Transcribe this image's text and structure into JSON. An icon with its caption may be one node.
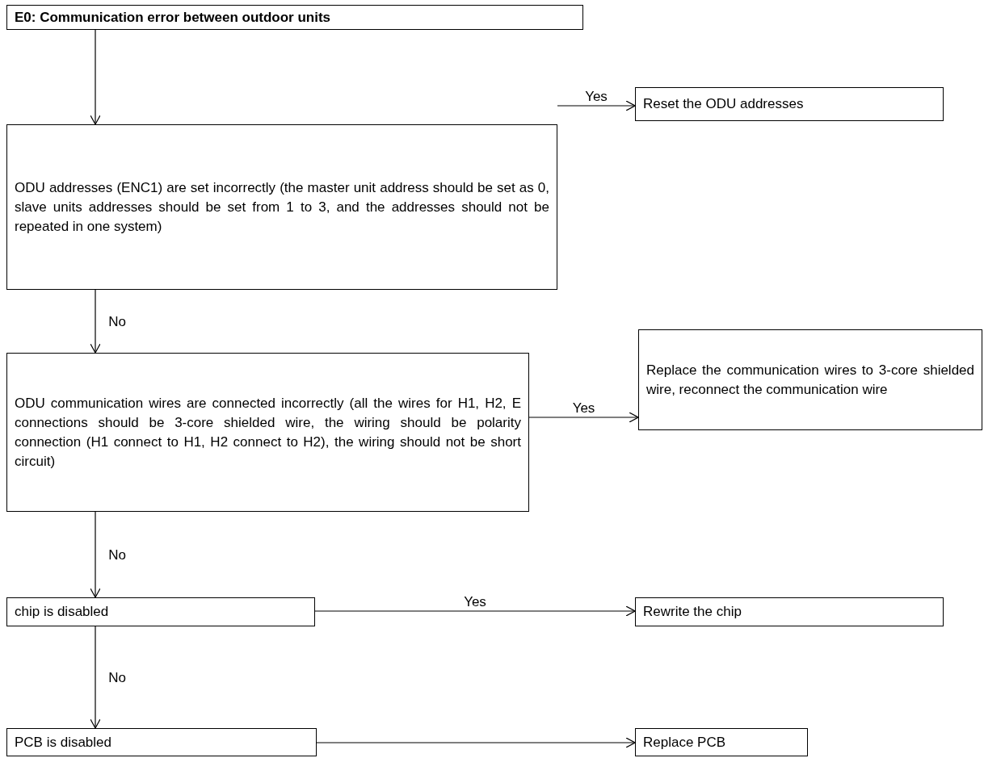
{
  "diagram": {
    "nodes": [
      {
        "text": [
          "E0: Communication error between outdoor units"
        ]
      },
      {
        "text": [
          "ODU addresses (ENC1) are set incorrectly (the master unit address should be set as 0, slave units addresses should be set from 1 to 3, and the addresses should not be repeated in one system)"
        ]
      },
      {
        "text": [
          "Reset the ODU addresses"
        ]
      },
      {
        "text": [
          "ODU communication wires are connected incorrectly (all the wires for H1, H2, E connections should be 3-core shielded wire, the wiring should be polarity connection (H1 connect to H1, H2 connect to H2), the wiring should not be short circuit)"
        ]
      },
      {
        "text": [
          "Replace the communication wires to 3-core shielded wire, reconnect the communication wire"
        ]
      },
      {
        "text": [
          "chip is disabled"
        ]
      },
      {
        "text": [
          "Rewrite the chip"
        ]
      },
      {
        "text": [
          "PCB is disabled"
        ]
      },
      {
        "text": [
          "Replace PCB"
        ]
      }
    ],
    "edges": [
      {
        "from": 0,
        "to": 1,
        "arrow": "to"
      },
      {
        "from": 1,
        "to": 2,
        "arrow": "to",
        "label": "Yes"
      },
      {
        "from": 1,
        "to": 3,
        "arrow": "to",
        "label": "No"
      },
      {
        "from": 3,
        "to": 4,
        "arrow": "to",
        "label": "Yes"
      },
      {
        "from": 3,
        "to": 5,
        "arrow": "to",
        "label": "No"
      },
      {
        "from": 5,
        "to": 6,
        "arrow": "to",
        "label": "Yes"
      },
      {
        "from": 5,
        "to": 7,
        "arrow": "to",
        "label": "No"
      },
      {
        "from": 7,
        "to": 8,
        "arrow": "to"
      }
    ]
  }
}
